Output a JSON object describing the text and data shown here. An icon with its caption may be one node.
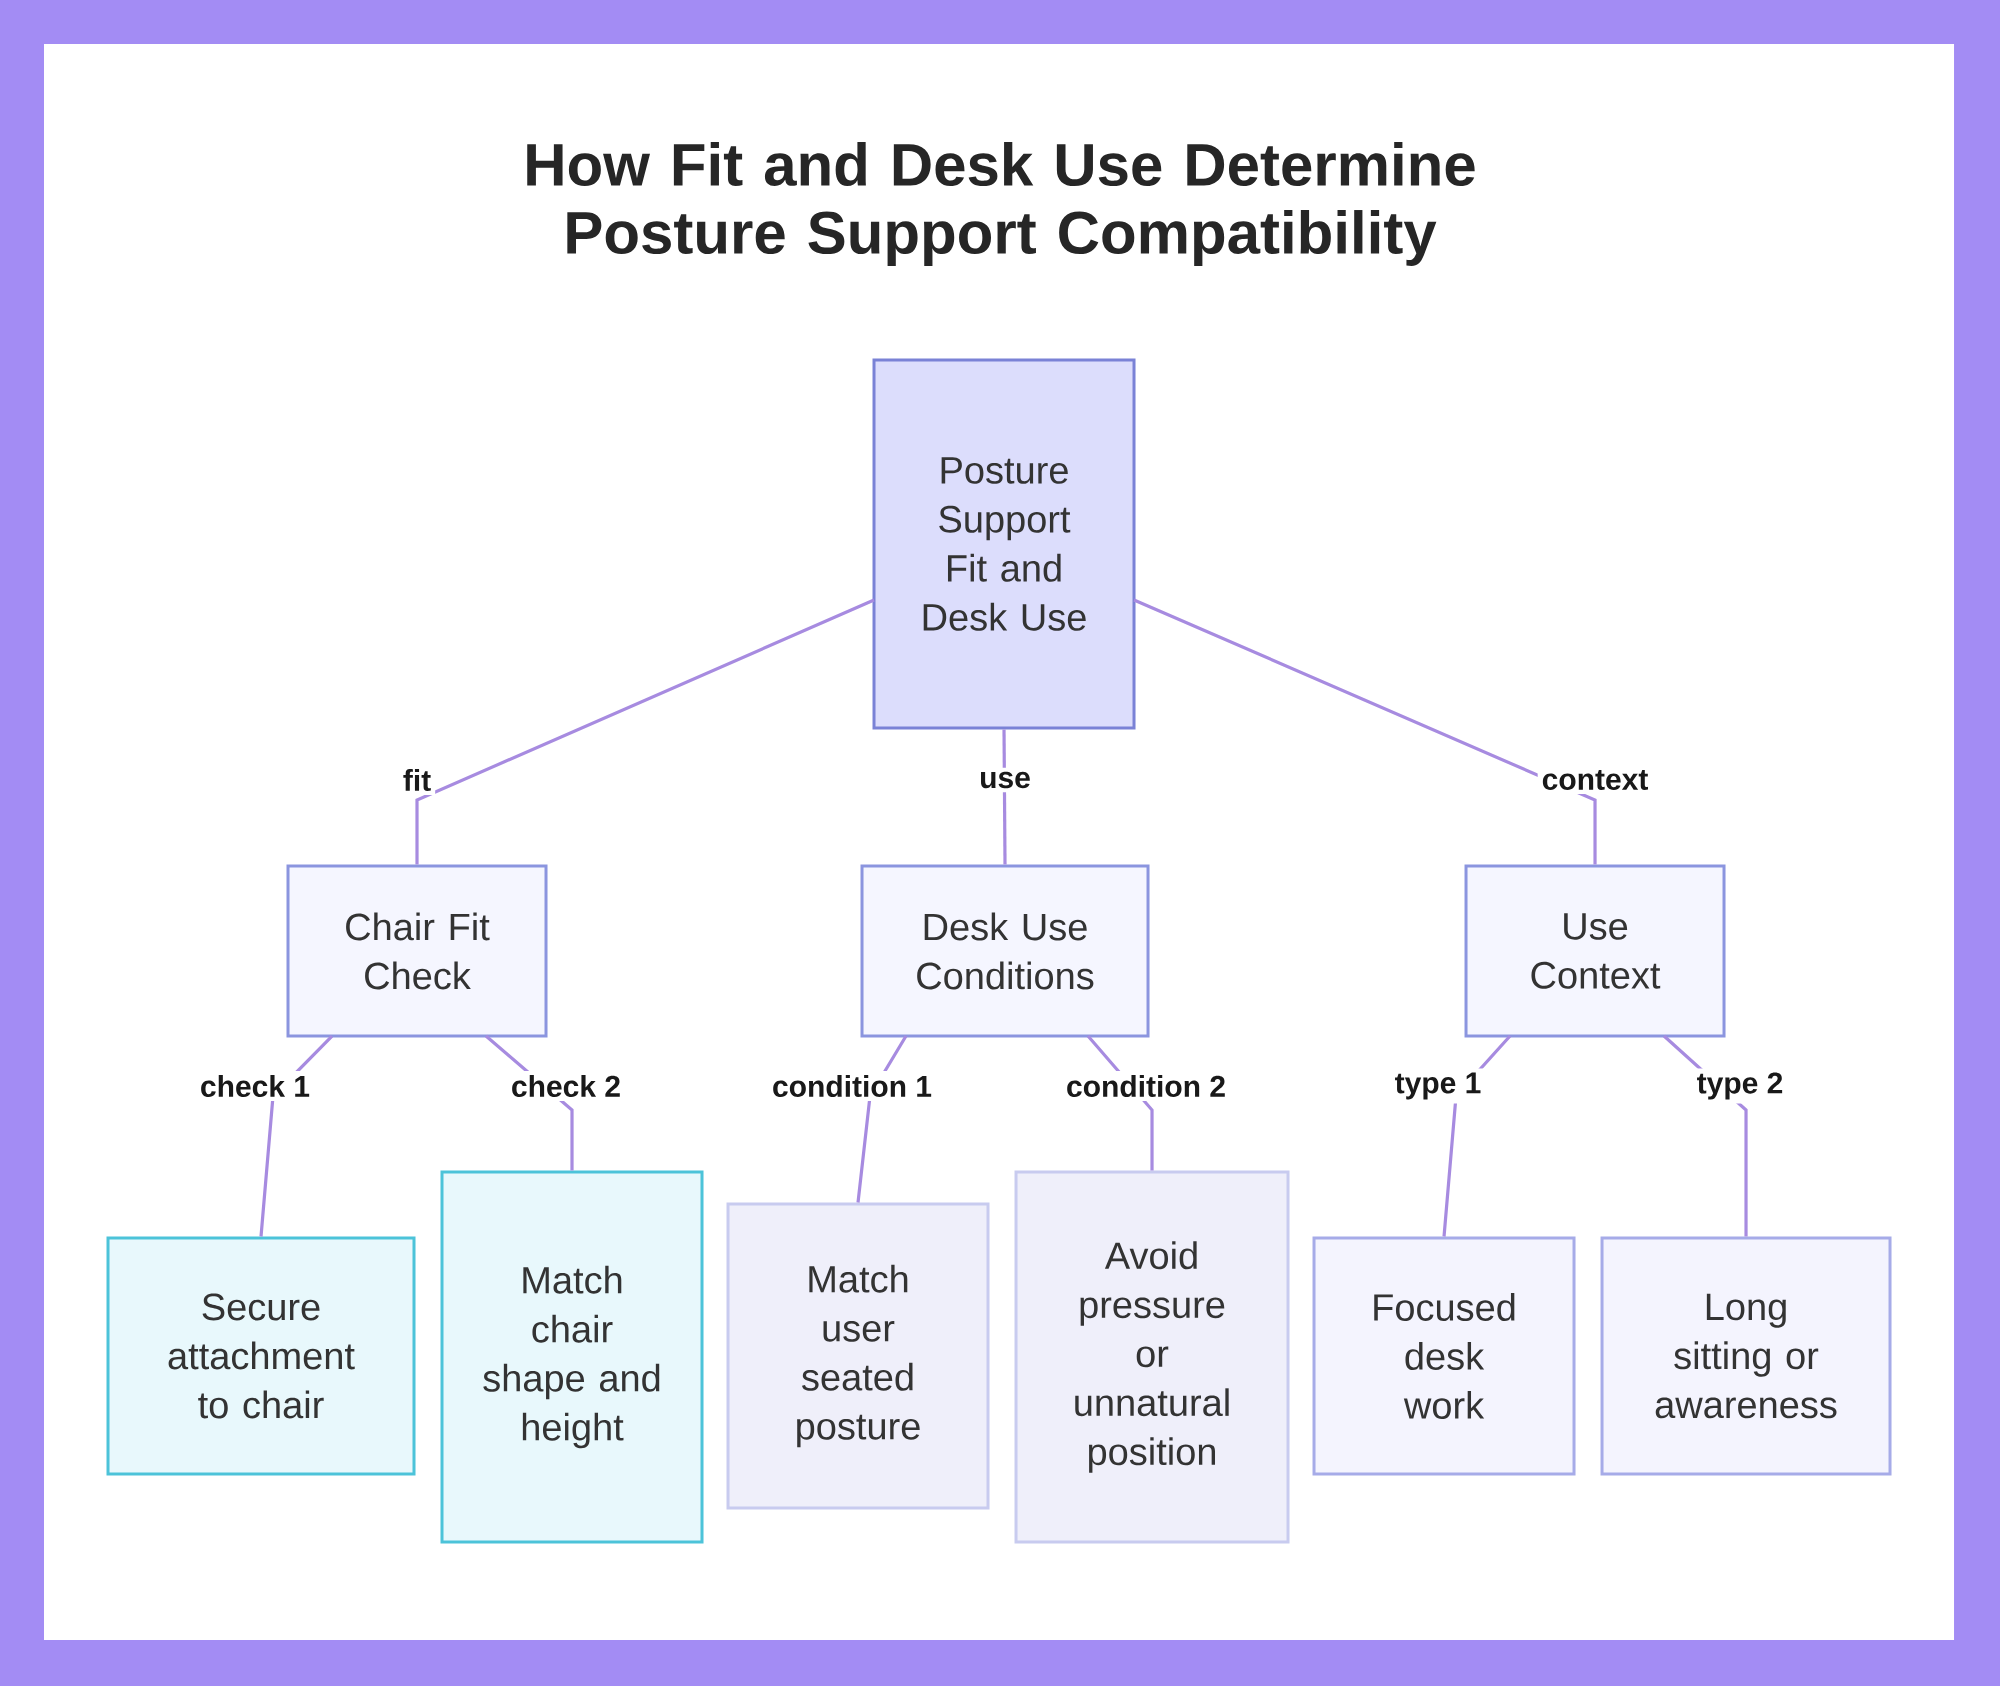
{
  "diagram": {
    "title": "How Fit and Desk Use Determine Posture Support Compatibility",
    "nodes": [
      {
        "text": [
          "Posture Support Fit and Desk Use"
        ]
      },
      {
        "text": [
          "Chair Fit Check"
        ]
      },
      {
        "text": [
          "Desk Use Conditions"
        ]
      },
      {
        "text": [
          "Use Context"
        ]
      },
      {
        "text": [
          "Secure attachment to chair"
        ]
      },
      {
        "text": [
          "Match chair shape and height"
        ]
      },
      {
        "text": [
          "Match user seated posture"
        ]
      },
      {
        "text": [
          "Avoid pressure or unnatural position"
        ]
      },
      {
        "text": [
          "Focused desk work"
        ]
      },
      {
        "text": [
          "Long sitting or awareness"
        ]
      }
    ],
    "edges": [
      {
        "from": 0,
        "to": 1,
        "arrow": "none",
        "label": "fit"
      },
      {
        "from": 0,
        "to": 2,
        "arrow": "none",
        "label": "use"
      },
      {
        "from": 0,
        "to": 3,
        "arrow": "none",
        "label": "context"
      },
      {
        "from": 1,
        "to": 4,
        "arrow": "none",
        "label": "check 1"
      },
      {
        "from": 1,
        "to": 5,
        "arrow": "none",
        "label": "check 2"
      },
      {
        "from": 2,
        "to": 6,
        "arrow": "none",
        "label": "condition 1"
      },
      {
        "from": 2,
        "to": 7,
        "arrow": "none",
        "label": "condition 2"
      },
      {
        "from": 3,
        "to": 8,
        "arrow": "none",
        "label": "type 1"
      },
      {
        "from": 3,
        "to": 9,
        "arrow": "none",
        "label": "type 2"
      }
    ]
  }
}
